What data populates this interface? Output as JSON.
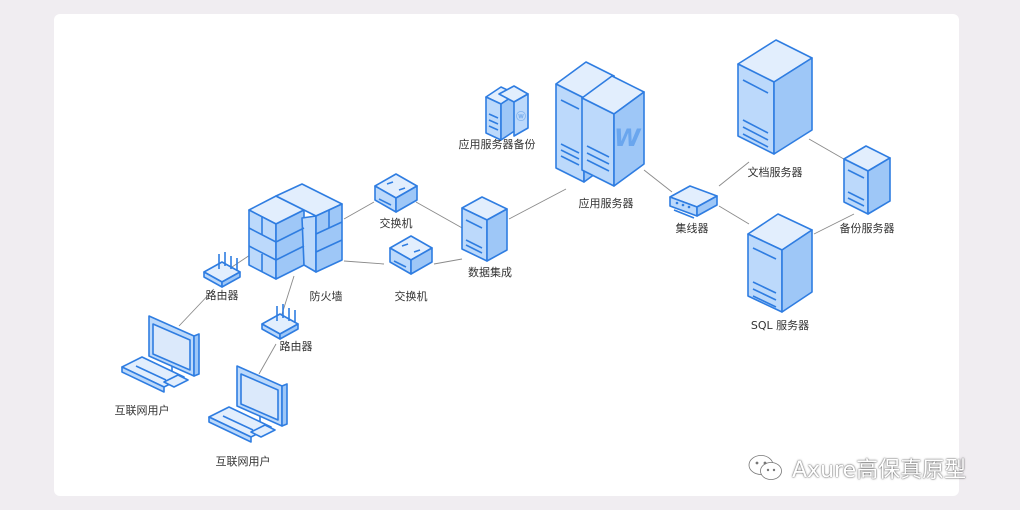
{
  "nodes": {
    "app_backup": "应用服务器备份",
    "app_server": "应用服务器",
    "switch_top": "交换机",
    "switch_bottom": "交换机",
    "data_integration": "数据集成",
    "firewall": "防火墙",
    "router_left": "路由器",
    "router_mid": "路由器",
    "user_left": "互联网用户",
    "user_bottom": "互联网用户",
    "hub": "集线器",
    "doc_server": "文档服务器",
    "backup_server": "备份服务器",
    "sql_server": "SQL 服务器"
  },
  "watermark": {
    "text": "Axure高保真原型",
    "icon": "wechat-icon"
  },
  "colors": {
    "line": "#2f7de1",
    "fill": "#bcd9fb",
    "link": "#8a8a8a",
    "background": "#f0edf1"
  }
}
